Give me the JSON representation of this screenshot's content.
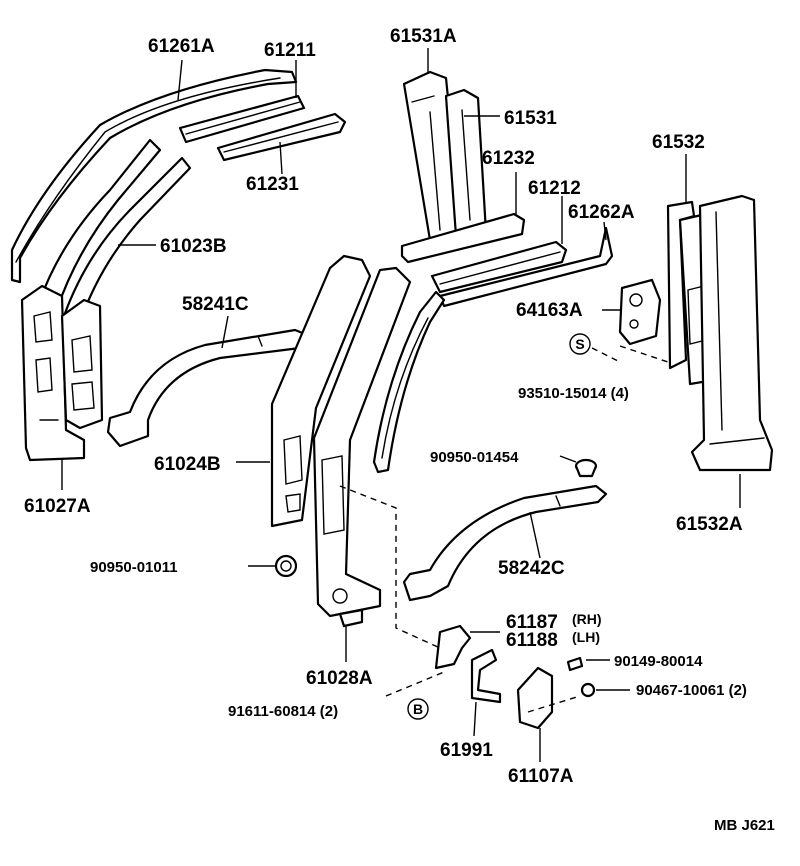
{
  "labels": {
    "p61261A": "61261A",
    "p61211": "61211",
    "p61231": "61231",
    "p61023B": "61023B",
    "p58241C": "58241C",
    "p61027A": "61027A",
    "p61531A": "61531A",
    "p61531": "61531",
    "p61232": "61232",
    "p61212": "61212",
    "p61262A": "61262A",
    "p61532": "61532",
    "p64163A": "64163A",
    "p93510": "93510-15014 (4)",
    "p61024B": "61024B",
    "p90950_01454": "90950-01454",
    "p61532A": "61532A",
    "p90950_01011": "90950-01011",
    "p58242C": "58242C",
    "p61187": "61187",
    "p61187_tag": "(RH)",
    "p61188": "61188",
    "p61188_tag": "(LH)",
    "p90149": "90149-80014",
    "p61028A": "61028A",
    "p90467": "90467-10061 (2)",
    "p91611": "91611-60814 (2)",
    "p61991": "61991",
    "p61107A": "61107A",
    "sym_s": "S",
    "sym_b": "B",
    "footer": "MB  J621"
  }
}
